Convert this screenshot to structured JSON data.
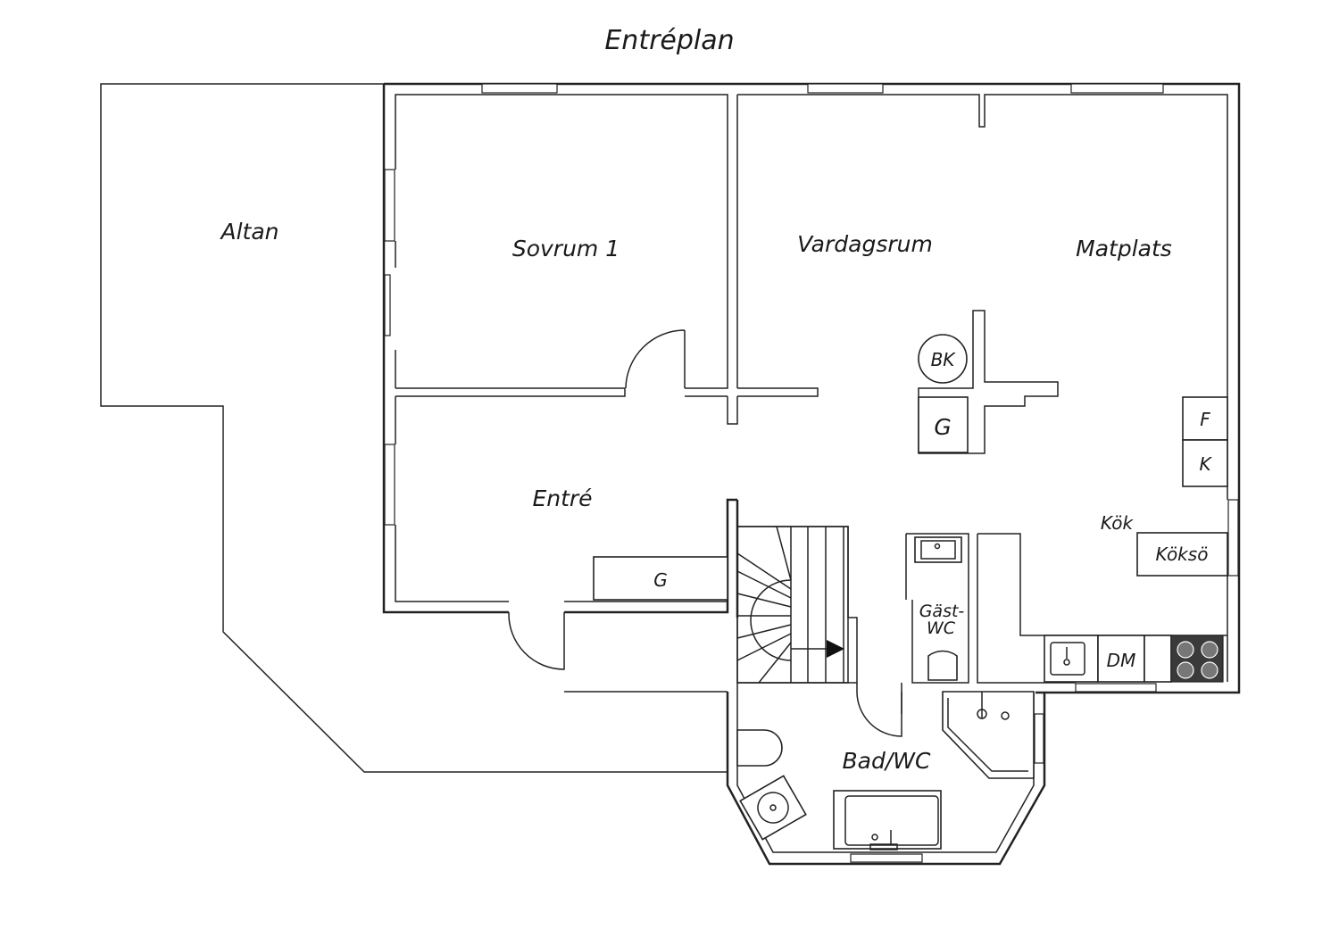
{
  "title": "Entréplan",
  "rooms": {
    "altan": "Altan",
    "sovrum": "Sovrum 1",
    "vardagsrum": "Vardagsrum",
    "matplats": "Matplats",
    "entre": "Entré",
    "kok": "Kök",
    "bad": "Bad/WC",
    "gast_line1": "Gäst-",
    "gast_line2": "WC"
  },
  "fixtures": {
    "bk": "BK",
    "g_fireplace": "G",
    "g_entry": "G",
    "f": "F",
    "k": "K",
    "koksö": "Köksö",
    "dm": "DM"
  },
  "icons": [
    "stair-arrow-icon",
    "stove-icon",
    "toilet-icon",
    "sink-icon",
    "bathtub-icon",
    "shower-icon",
    "door-swing-icon"
  ]
}
